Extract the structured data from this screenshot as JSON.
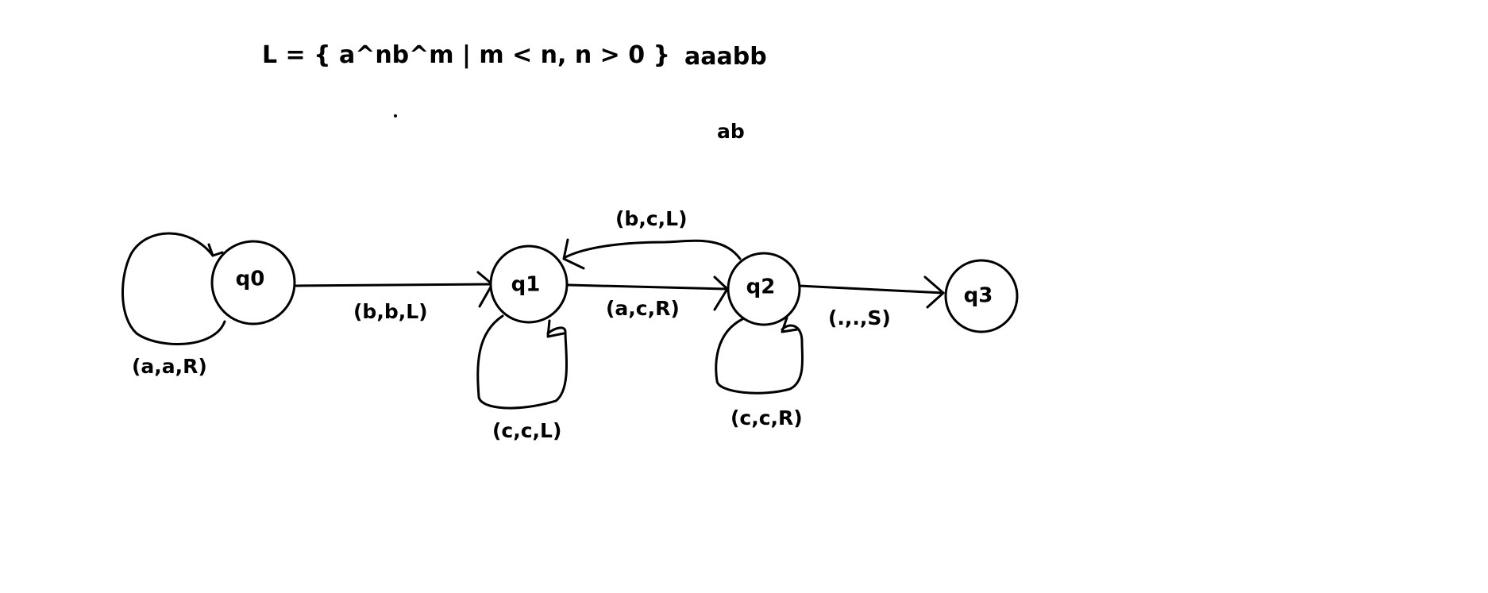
{
  "language": "L = { a^nb^m | m < n, n > 0 }",
  "examples": [
    "aaabb",
    "ab"
  ],
  "states": {
    "q0": "q0",
    "q1": "q1",
    "q2": "q2",
    "q3": "q3"
  },
  "transitions": {
    "q0_self": "(a,a,R)",
    "q0_q1": "(b,b,L)",
    "q1_self": "(c,c,L)",
    "q1_q2": "(a,c,R)",
    "q2_q1": "(b,c,L)",
    "q2_self": "(c,c,R)",
    "q2_q3": "(.,.,S)"
  }
}
